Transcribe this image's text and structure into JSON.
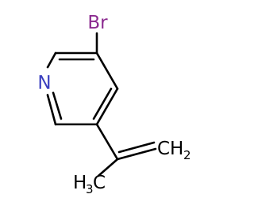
{
  "molecule": {
    "atoms": {
      "bromine": "Br",
      "nitrogen": "N",
      "methylene": {
        "main": "CH",
        "subscript": "2"
      },
      "methyl": {
        "main": "H",
        "subscript": "3",
        "tail": "C"
      }
    }
  },
  "colors": {
    "bond": "#000000",
    "bromine": "#8b2a8f",
    "nitrogen": "#3a3fbf",
    "carbon": "#000000"
  }
}
